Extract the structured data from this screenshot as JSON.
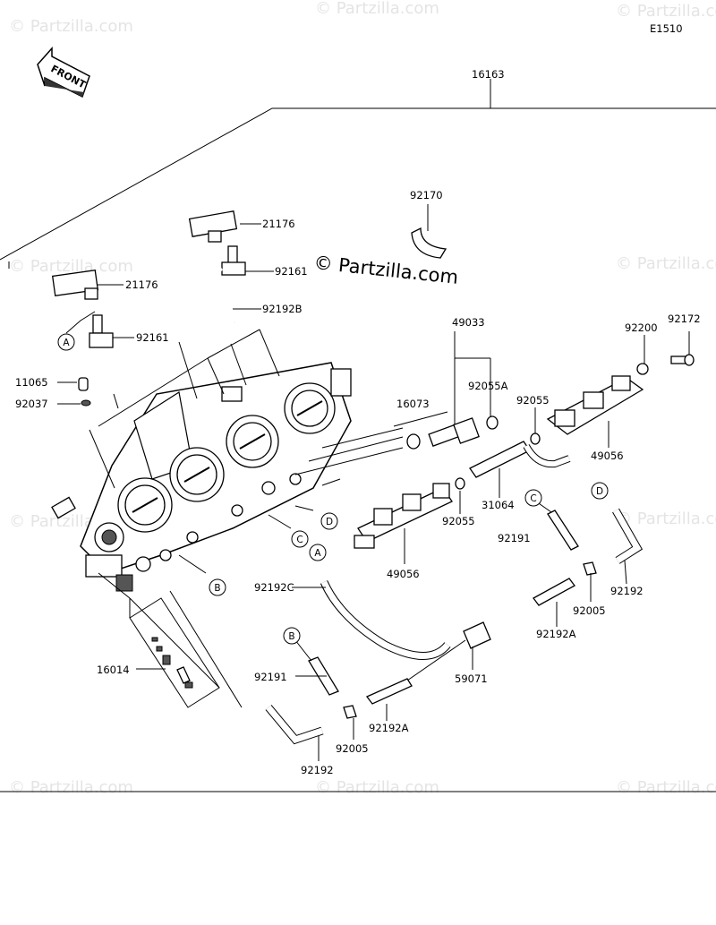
{
  "diagram_code": "E1510",
  "front_label": "FRONT",
  "watermark_brand": "© Partzilla.com",
  "watermark_text": "© Partzilla.com",
  "parts": {
    "p16163": "16163",
    "p92170": "92170",
    "p21176_top": "21176",
    "p92161_top": "92161",
    "p92192B": "92192B",
    "p21176_left": "21176",
    "p92161_left": "92161",
    "p11065": "11065",
    "p92037": "92037",
    "p49033": "49033",
    "p92172": "92172",
    "p92200": "92200",
    "p92055A": "92055A",
    "p16073": "16073",
    "p92055_right": "92055",
    "p49056_right": "49056",
    "p31064": "31064",
    "p92055_mid": "92055",
    "p49056_mid": "49056",
    "p92191_right": "92191",
    "p92192C": "92192C",
    "p92192_right": "92192",
    "p92005_right": "92005",
    "p92192A_right": "92192A",
    "p59071": "59071",
    "p16014": "16014",
    "p92191_left": "92191",
    "p92005_left": "92005",
    "p92192A_left": "92192A",
    "p92192_bottom": "92192"
  },
  "callouts": {
    "A": "A",
    "B": "B",
    "C": "C",
    "D": "D"
  }
}
